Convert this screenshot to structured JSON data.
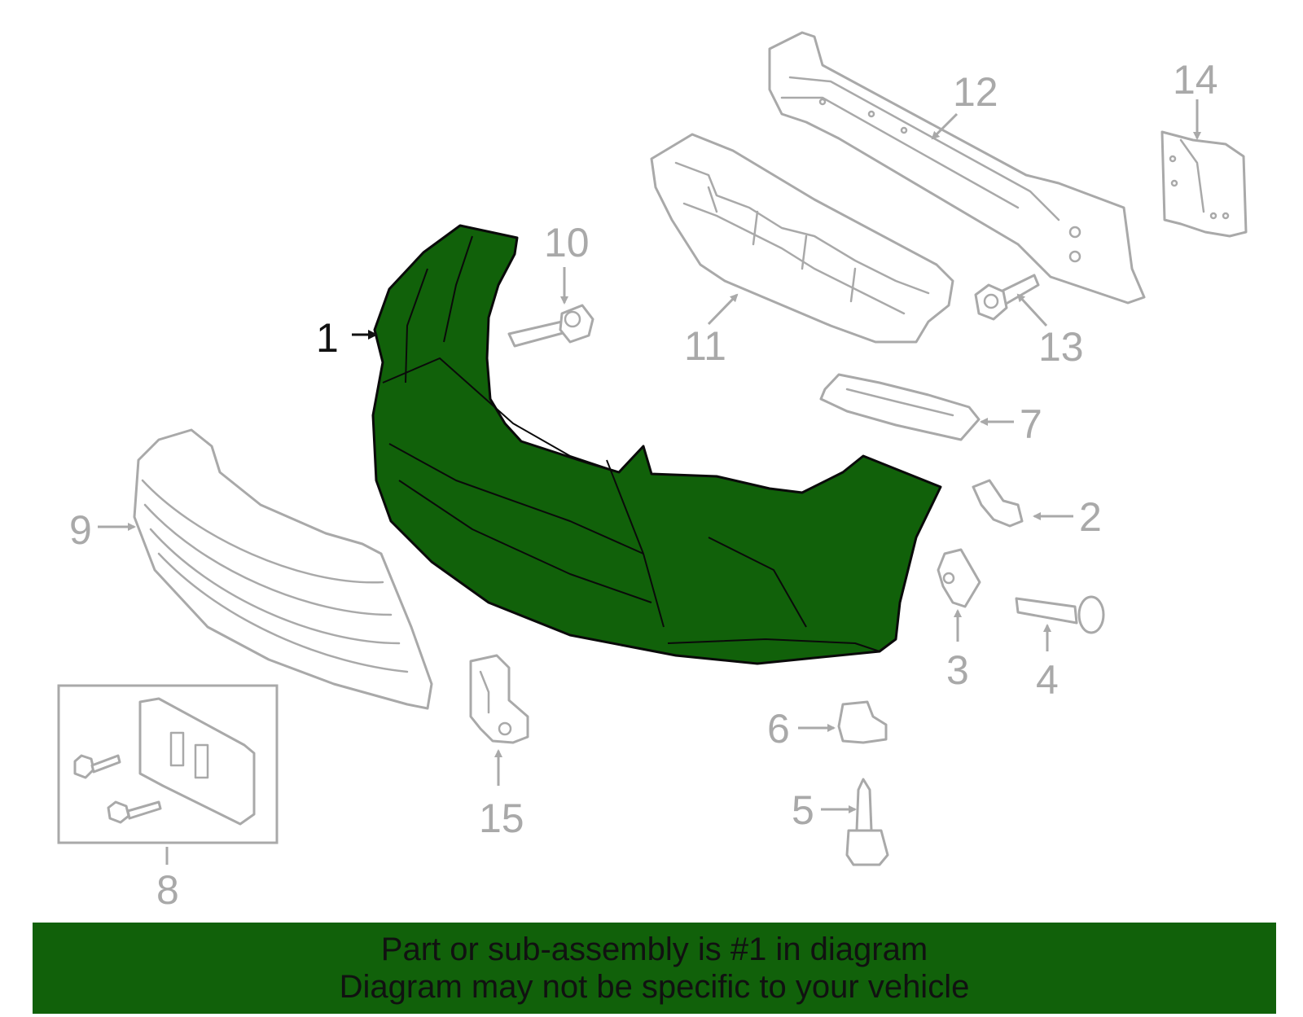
{
  "callouts": {
    "c1": "1",
    "c2": "2",
    "c3": "3",
    "c4": "4",
    "c5": "5",
    "c6": "6",
    "c7": "7",
    "c8": "8",
    "c9": "9",
    "c10": "10",
    "c11": "11",
    "c12": "12",
    "c13": "13",
    "c14": "14",
    "c15": "15"
  },
  "highlighted_part": "1",
  "banner": {
    "line1": "Part or sub-assembly is #1 in diagram",
    "line2": "Diagram may not be specific to your vehicle"
  },
  "colors": {
    "highlight": "#11610a",
    "part_outline": "#a9a9a9",
    "banner_background": "#11610a"
  }
}
